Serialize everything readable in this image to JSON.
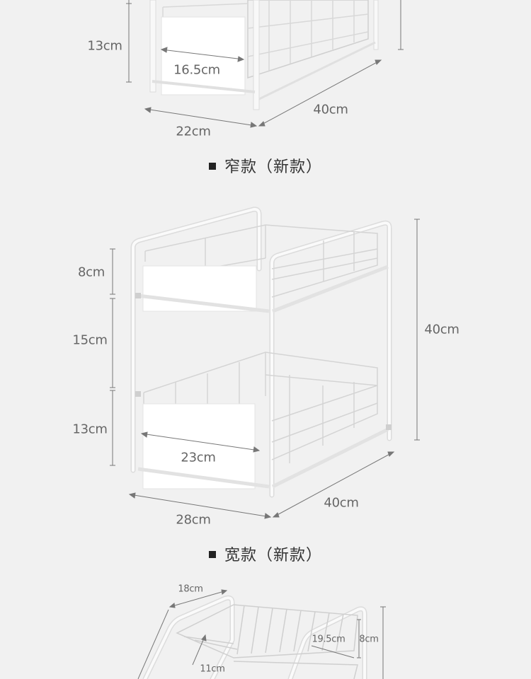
{
  "section_narrow": {
    "title": "窄款（新款）",
    "dims": {
      "height_bottom": "13cm",
      "basket_width": "16.5cm",
      "width": "22cm",
      "depth": "40cm"
    }
  },
  "section_wide": {
    "title": "宽款（新款）",
    "dims": {
      "height_top": "8cm",
      "height_gap": "15cm",
      "height_bottom": "13cm",
      "total_height": "40cm",
      "basket_width": "23cm",
      "width": "28cm",
      "depth": "40cm"
    }
  },
  "section_third": {
    "dims": {
      "top_width": "18cm",
      "basket_depth": "19.5cm",
      "basket_height": "8cm",
      "inner": "11cm"
    }
  }
}
